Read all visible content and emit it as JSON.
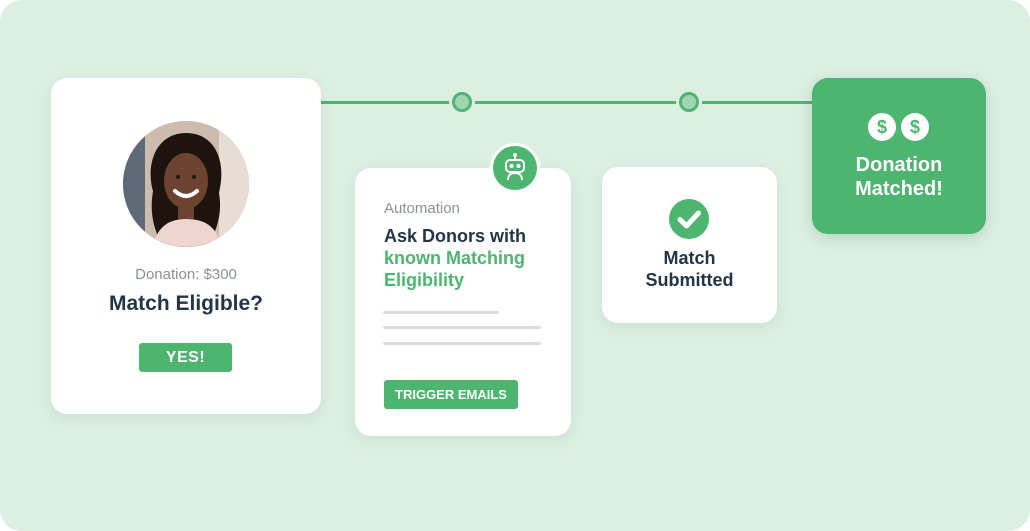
{
  "card_eligibility": {
    "donation_text": "Donation: $300",
    "title": "Match Eligible?",
    "yes_label": "YES!"
  },
  "card_automation": {
    "eyebrow": "Automation",
    "heading_line1": "Ask Donors with",
    "heading_accent": "known Matching Eligibility",
    "button_label": "TRIGGER EMAILS",
    "icon": "robot-icon"
  },
  "card_submitted": {
    "label_line1": "Match",
    "label_line2": "Submitted",
    "icon": "check-circle-icon"
  },
  "card_matched": {
    "label_line1": "Donation",
    "label_line2": "Matched!",
    "coin_symbol": "$",
    "icon": "dollar-coin-icon"
  },
  "colors": {
    "background": "#dcefe3",
    "accent_green": "#4db56f",
    "heading": "#243447",
    "muted": "#8a9199"
  }
}
